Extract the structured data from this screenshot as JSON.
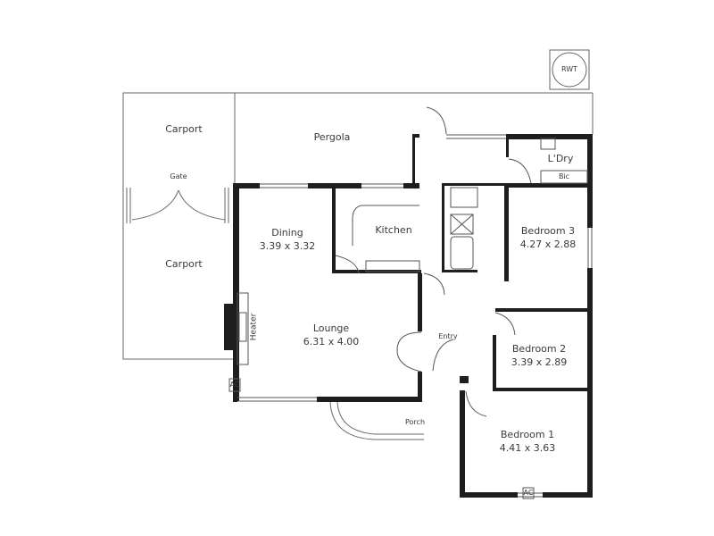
{
  "plan": {
    "rooms": [
      {
        "id": "carport-top",
        "name": "Carport",
        "dims": ""
      },
      {
        "id": "carport-bottom",
        "name": "Carport",
        "dims": ""
      },
      {
        "id": "pergola",
        "name": "Pergola",
        "dims": ""
      },
      {
        "id": "dining",
        "name": "Dining",
        "dims": "3.39 x 3.32"
      },
      {
        "id": "kitchen",
        "name": "Kitchen",
        "dims": ""
      },
      {
        "id": "laundry",
        "name": "L'Dry",
        "dims": ""
      },
      {
        "id": "bedroom3",
        "name": "Bedroom 3",
        "dims": "4.27 x 2.88"
      },
      {
        "id": "lounge",
        "name": "Lounge",
        "dims": "6.31 x 4.00"
      },
      {
        "id": "bedroom2",
        "name": "Bedroom 2",
        "dims": "3.39 x 2.89"
      },
      {
        "id": "bedroom1",
        "name": "Bedroom 1",
        "dims": "4.41 x 3.63"
      }
    ],
    "labels": {
      "gate": "Gate",
      "rwt": "RWT",
      "bic": "Bic",
      "heater": "Heater",
      "entry": "Entry",
      "porch": "Porch",
      "ac_lounge": "AC",
      "ac_bedroom1": "AC"
    },
    "colors": {
      "wall": "#1e1e1e",
      "line": "#555555",
      "text": "#3a3a3a"
    }
  }
}
